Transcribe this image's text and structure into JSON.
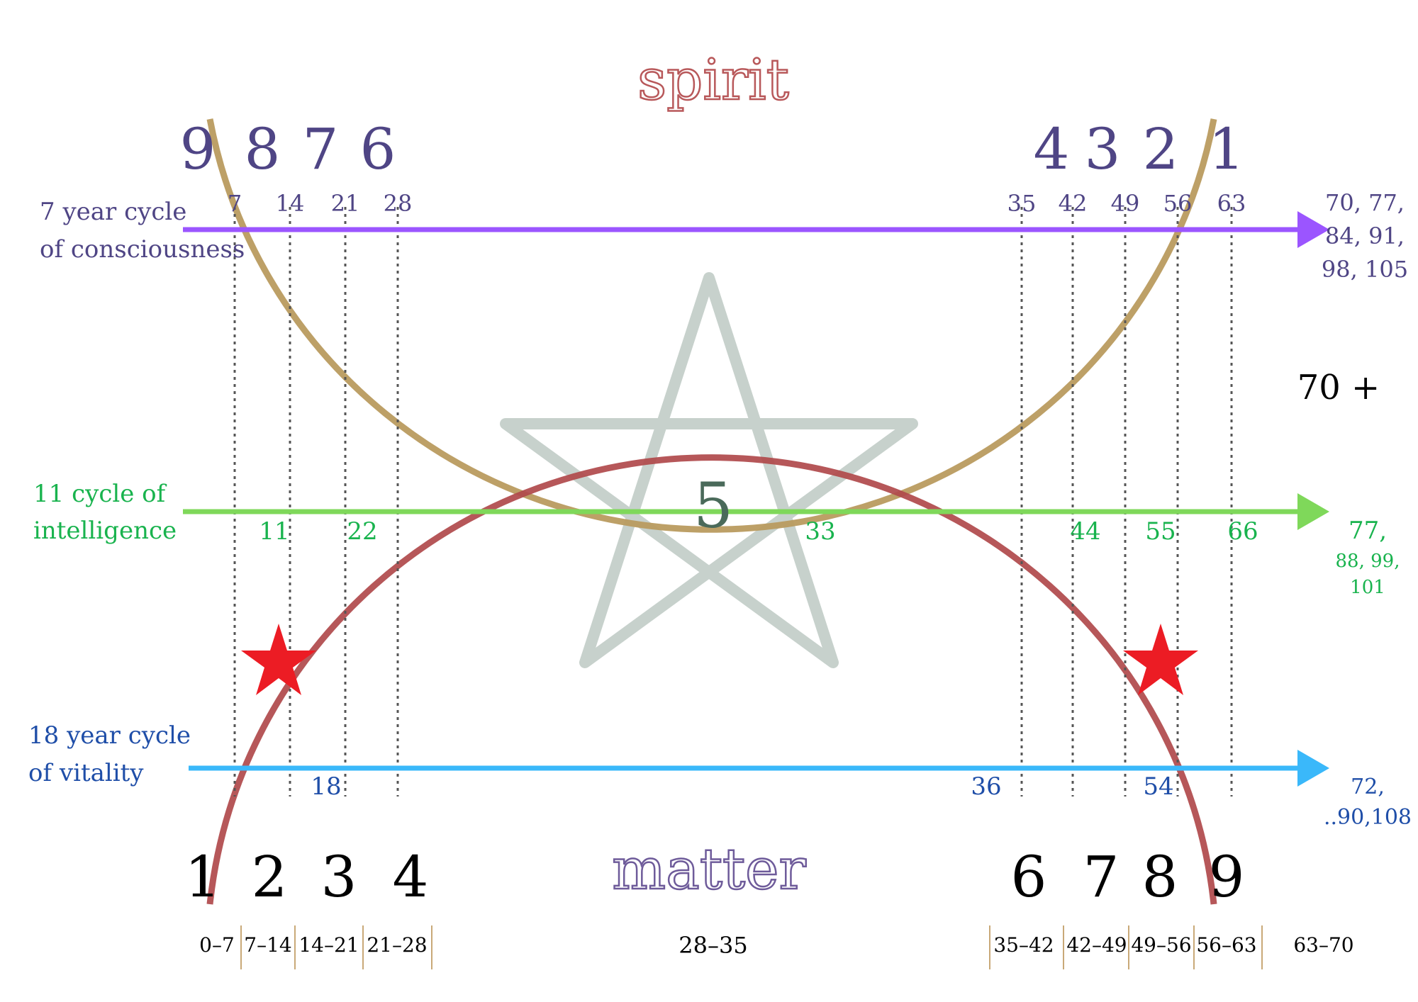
{
  "labels": {
    "spirit": "spirit",
    "matter": "matter",
    "center_number": "5",
    "seventy_plus": "70 +"
  },
  "colors": {
    "gold_arc": "#b99b5f",
    "red_arc": "#b0494b",
    "pentagram": "#c7d1cc",
    "arrow_consciousness": "#9b55ff",
    "arrow_intelligence": "#7fd85a",
    "arrow_vitality": "#3ab8fa",
    "red_star": "#ec1c24",
    "text_purple": "#4f4585",
    "text_green": "#19b34e",
    "text_blue": "#1f4ea8"
  },
  "top_numbers": [
    "9",
    "8",
    "7",
    "6",
    "4",
    "3",
    "2",
    "1"
  ],
  "bottom_numbers": [
    "1",
    "2",
    "3",
    "4",
    "6",
    "7",
    "8",
    "9"
  ],
  "consciousness": {
    "label_line1": "7 year cycle",
    "label_line2": "of consciousness",
    "ticks": [
      "7",
      "14",
      "21",
      "28",
      "35",
      "42",
      "49",
      "56",
      "63"
    ],
    "beyond_line1": "70, 77,",
    "beyond_line2": "84, 91,",
    "beyond_line3": "98, 105"
  },
  "intelligence": {
    "label_line1": "11 cycle of",
    "label_line2": "intelligence",
    "ticks": [
      "11",
      "22",
      "33",
      "44",
      "55",
      "66"
    ],
    "beyond_line1": "77,",
    "beyond_line2": "88, 99,",
    "beyond_line3": "101"
  },
  "vitality": {
    "label_line1": "18 year cycle",
    "label_line2": "of vitality",
    "ticks": [
      "18",
      "36",
      "54"
    ],
    "beyond_line1": "72,",
    "beyond_line2": "..90,108"
  },
  "age_ranges": [
    "0–7",
    "7–14",
    "14–21",
    "21–28",
    "28–35",
    "35–42",
    "42–49",
    "49–56",
    "56–63",
    "63–70"
  ]
}
